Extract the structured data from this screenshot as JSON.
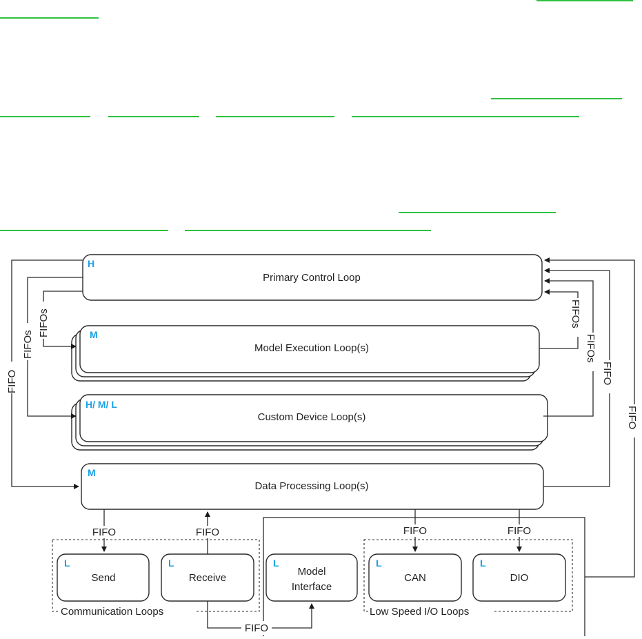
{
  "colors": {
    "link": "#2ec13f",
    "priority": "#1aa0e6",
    "line": "#2a2a2a"
  },
  "loops": {
    "primary": {
      "priority": "H",
      "label": "Primary Control Loop"
    },
    "model_exec": {
      "priority": "M",
      "label": "Model Execution Loop(s)"
    },
    "custom_device": {
      "priority": "H/ M/ L",
      "label": "Custom Device Loop(s)"
    },
    "data_processing": {
      "priority": "M",
      "label": "Data Processing Loop(s)"
    },
    "send": {
      "priority": "L",
      "label": "Send"
    },
    "receive": {
      "priority": "L",
      "label": "Receive"
    },
    "model_interface": {
      "priority": "L",
      "label_line1": "Model",
      "label_line2": "Interface"
    },
    "can": {
      "priority": "L",
      "label": "CAN"
    },
    "dio": {
      "priority": "L",
      "label": "DIO"
    }
  },
  "groups": {
    "communication": "Communication Loops",
    "low_speed_io": "Low Speed I/O Loops"
  },
  "connectors": {
    "fifo": "FIFO",
    "fifos": "FIFOs"
  }
}
